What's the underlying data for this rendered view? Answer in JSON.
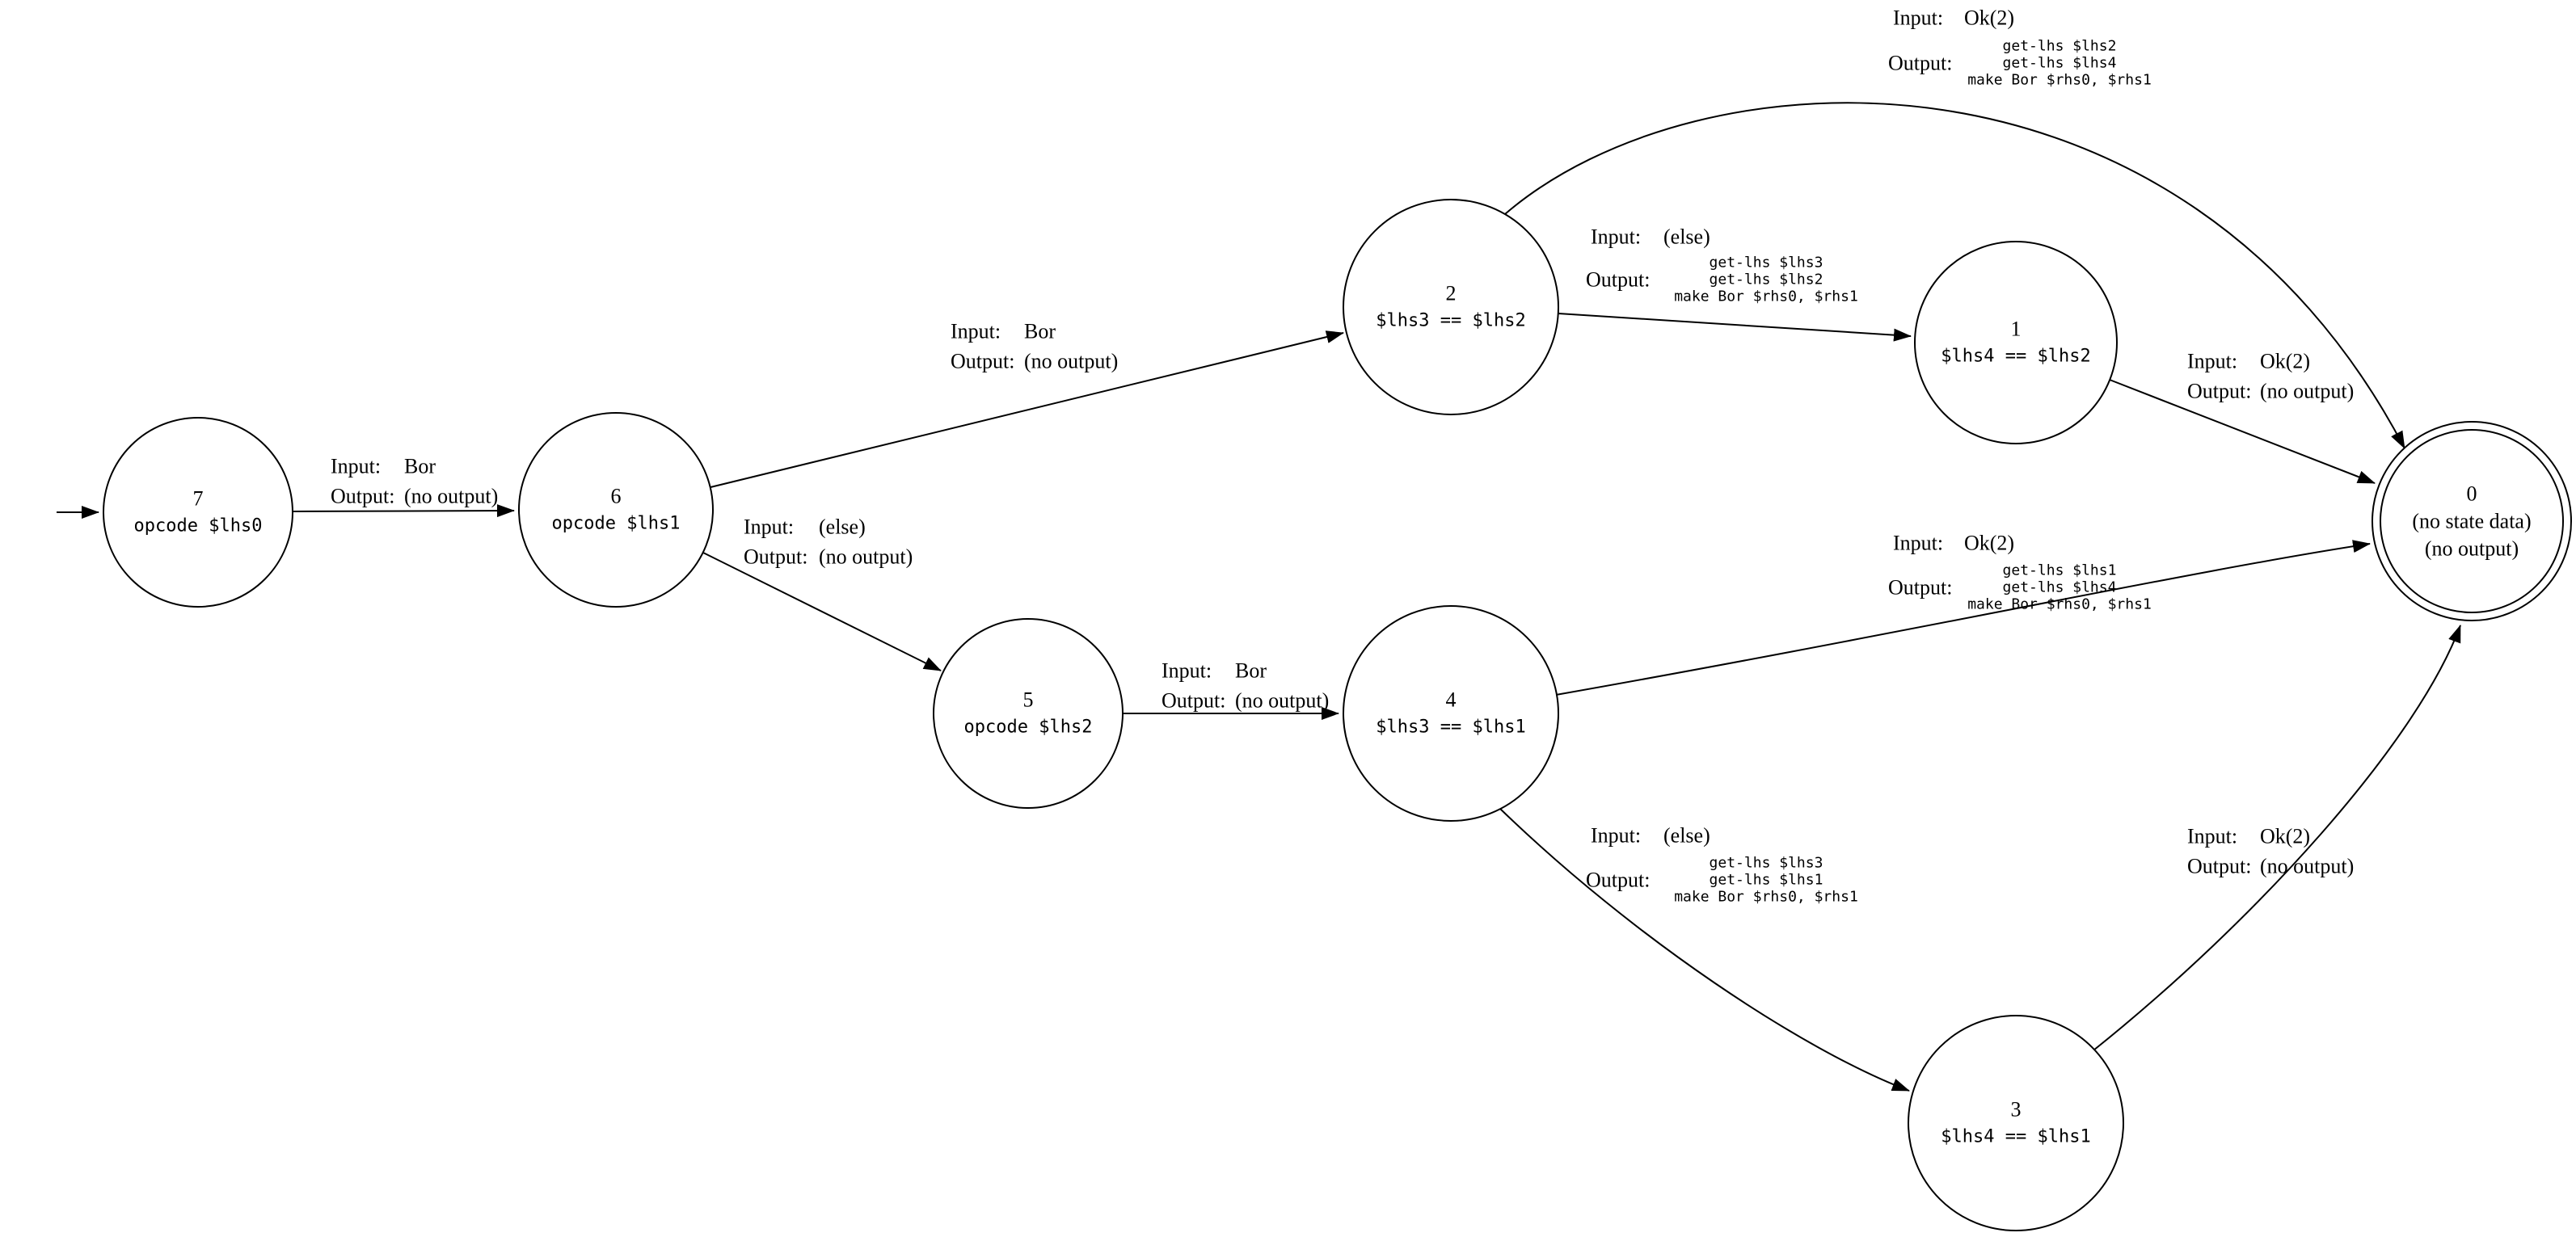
{
  "diagram": {
    "background": "#ffffff",
    "stroke_color": "#000000",
    "text_color": "#000000",
    "labels": {
      "input": "Input:",
      "output": "Output:"
    },
    "nodes": {
      "n7": {
        "id": "7",
        "code": "opcode $lhs0"
      },
      "n6": {
        "id": "6",
        "code": "opcode $lhs1"
      },
      "n5": {
        "id": "5",
        "code": "opcode $lhs2"
      },
      "n2": {
        "id": "2",
        "code": "$lhs3 == $lhs2"
      },
      "n1": {
        "id": "1",
        "code": "$lhs4 == $lhs2"
      },
      "n4": {
        "id": "4",
        "code": "$lhs3 == $lhs1"
      },
      "n3": {
        "id": "3",
        "code": "$lhs4 == $lhs1"
      },
      "n0": {
        "id": "0",
        "state": "(no state data)",
        "output": "(no output)"
      }
    },
    "edges": {
      "e7_6": {
        "from": "7",
        "to": "6",
        "input": "Bor",
        "output": "(no output)"
      },
      "e6_2": {
        "from": "6",
        "to": "2",
        "input": "Bor",
        "output": "(no output)"
      },
      "e6_5": {
        "from": "6",
        "to": "5",
        "input": "(else)",
        "output": "(no output)"
      },
      "e5_4": {
        "from": "5",
        "to": "4",
        "input": "Bor",
        "output": "(no output)"
      },
      "e2_0": {
        "from": "2",
        "to": "0",
        "input": "Ok(2)",
        "output_lines": [
          "get-lhs $lhs2",
          "get-lhs $lhs4",
          "make Bor $rhs0, $rhs1"
        ]
      },
      "e2_1": {
        "from": "2",
        "to": "1",
        "input": "(else)",
        "output_lines": [
          "get-lhs $lhs3",
          "get-lhs $lhs2",
          "make Bor $rhs0, $rhs1"
        ]
      },
      "e1_0": {
        "from": "1",
        "to": "0",
        "input": "Ok(2)",
        "output": "(no output)"
      },
      "e4_0": {
        "from": "4",
        "to": "0",
        "input": "Ok(2)",
        "output_lines": [
          "get-lhs $lhs1",
          "get-lhs $lhs4",
          "make Bor $rhs0, $rhs1"
        ]
      },
      "e4_3": {
        "from": "4",
        "to": "3",
        "input": "(else)",
        "output_lines": [
          "get-lhs $lhs3",
          "get-lhs $lhs1",
          "make Bor $rhs0, $rhs1"
        ]
      },
      "e3_0": {
        "from": "3",
        "to": "0",
        "input": "Ok(2)",
        "output": "(no output)"
      }
    }
  }
}
